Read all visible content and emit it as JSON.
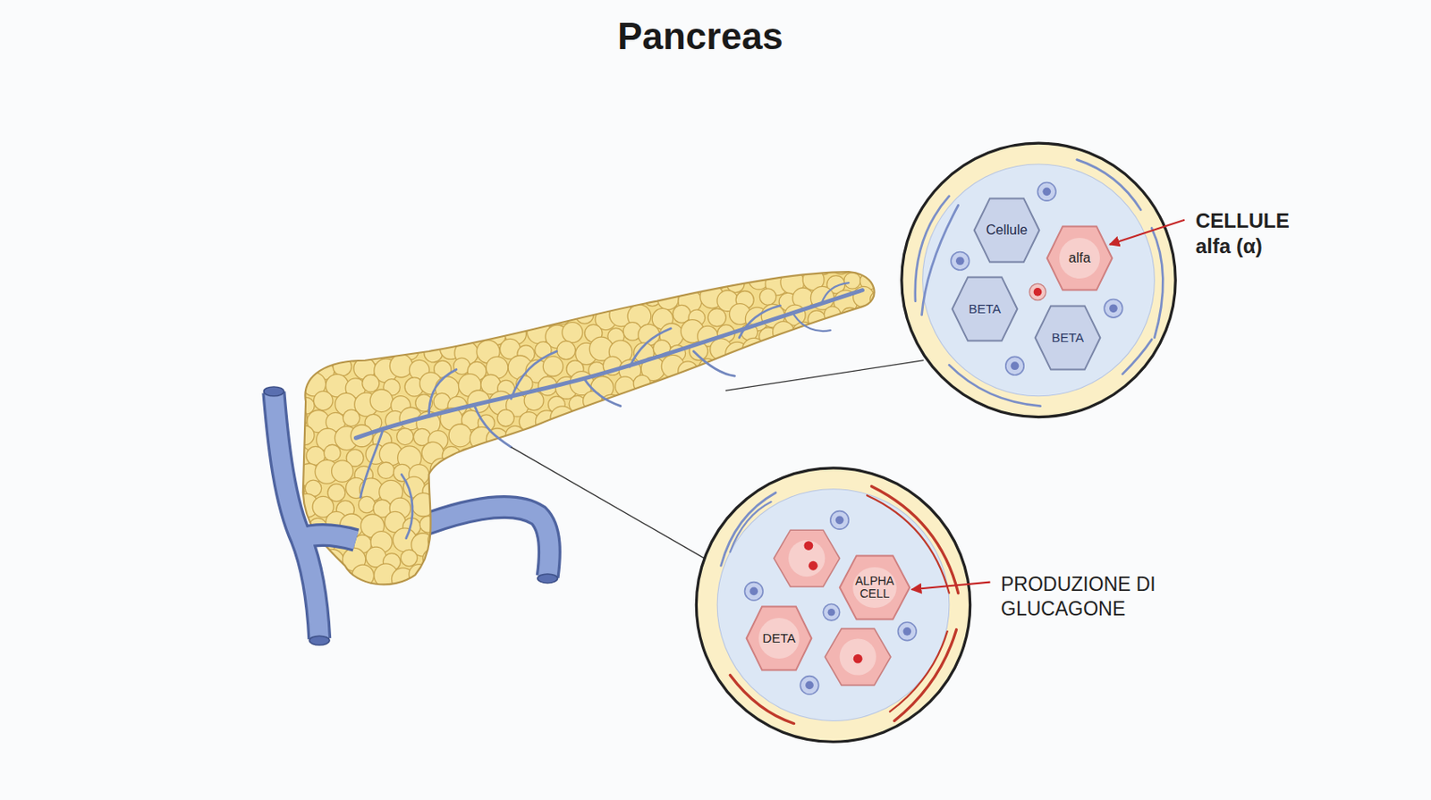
{
  "diagram": {
    "title": "Pancreas",
    "nodes": [
      {
        "text": [
          "Cellule"
        ]
      },
      {
        "text": [
          "alfa"
        ]
      },
      {
        "text": [
          "BETA"
        ]
      },
      {
        "text": [
          "BETA"
        ]
      },
      {
        "text": [
          "ALPHA CELL"
        ]
      },
      {
        "text": [
          "DETA"
        ]
      }
    ],
    "labels": [
      "CELLULE alfa (α)",
      "PRODUZIONE DI GLUCAGONE"
    ]
  }
}
